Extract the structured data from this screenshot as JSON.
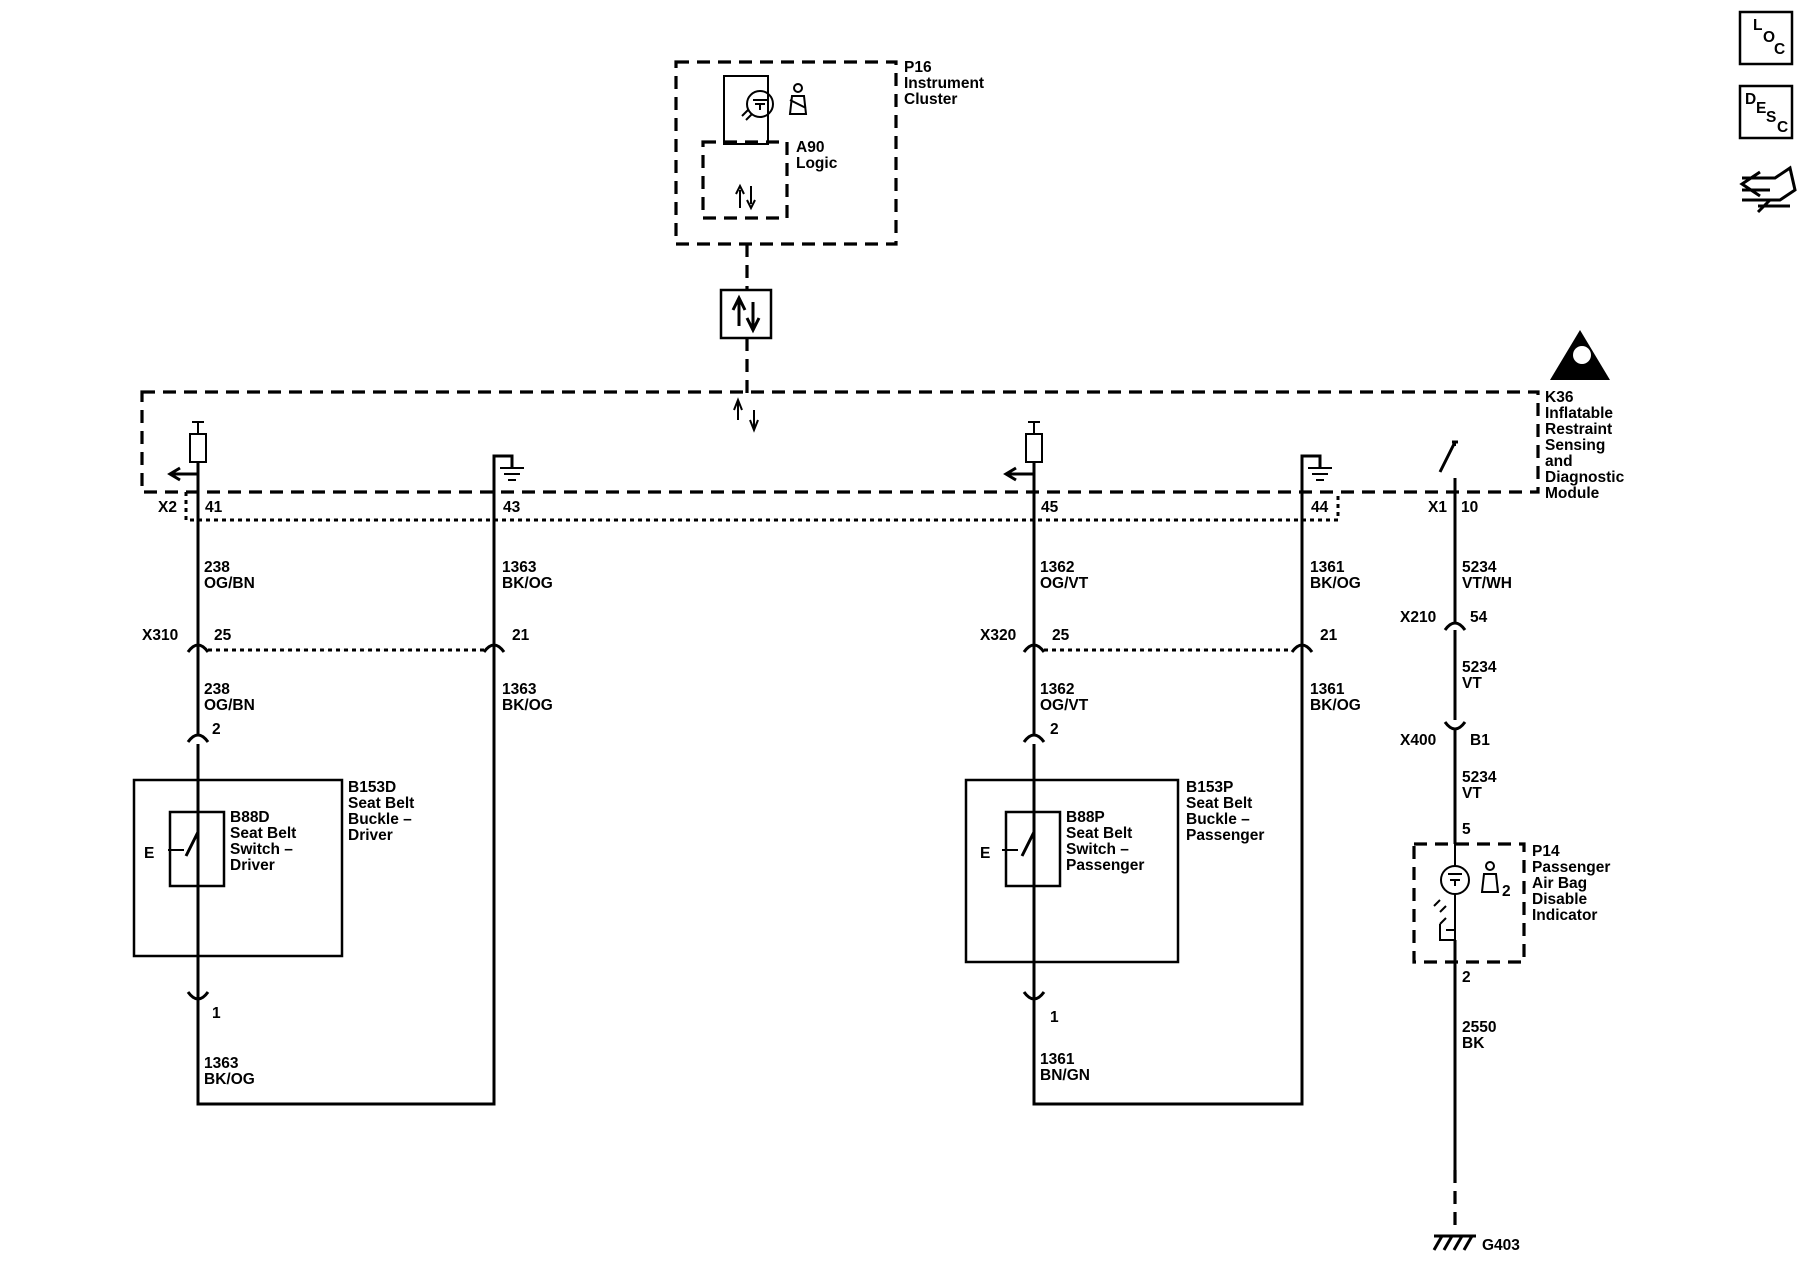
{
  "side_icons": {
    "loc": [
      "L",
      "O",
      "C"
    ],
    "desc": [
      "D",
      "E",
      "S",
      "C"
    ]
  },
  "p16": {
    "id": "P16",
    "line1": "Instrument",
    "line2": "Cluster"
  },
  "a90": {
    "id": "A90",
    "line1": "Logic"
  },
  "k36": {
    "lines": [
      "K36",
      "Inflatable",
      "Restraint",
      "Sensing",
      "and",
      "Diagnostic",
      "Module"
    ]
  },
  "connectors": {
    "x2": "X2",
    "x1": "X1",
    "x310": "X310",
    "x320": "X320",
    "x210": "X210",
    "x400": "X400"
  },
  "pins": {
    "p41": "41",
    "p43": "43",
    "p45": "45",
    "p44": "44",
    "p10": "10",
    "x310a": "25",
    "x310b": "21",
    "x320a": "25",
    "x320b": "21",
    "x210": "54",
    "x400": "B1",
    "b153d_top": "2",
    "b153d_bot": "1",
    "b153p_top": "2",
    "b153p_bot": "1",
    "p14_top": "5",
    "p14_bot": "2",
    "p14_led": "2"
  },
  "wires": {
    "w238a": [
      "238",
      "OG/BN"
    ],
    "w238b": [
      "238",
      "OG/BN"
    ],
    "w1363a": [
      "1363",
      "BK/OG"
    ],
    "w1363b": [
      "1363",
      "BK/OG"
    ],
    "w1363c": [
      "1363",
      "BK/OG"
    ],
    "w1362a": [
      "1362",
      "OG/VT"
    ],
    "w1362b": [
      "1362",
      "OG/VT"
    ],
    "w1361a": [
      "1361",
      "BK/OG"
    ],
    "w1361b": [
      "1361",
      "BK/OG"
    ],
    "w1361c": [
      "1361",
      "BN/GN"
    ],
    "w5234a": [
      "5234",
      "VT/WH"
    ],
    "w5234b": [
      "5234",
      "VT"
    ],
    "w5234c": [
      "5234",
      "VT"
    ],
    "w2550": [
      "2550",
      "BK"
    ]
  },
  "b153d": {
    "lines": [
      "B153D",
      "Seat Belt",
      "Buckle –",
      "Driver"
    ]
  },
  "b88d": {
    "lines": [
      "B88D",
      "Seat Belt",
      "Switch –",
      "Driver"
    ]
  },
  "b153p": {
    "lines": [
      "B153P",
      "Seat Belt",
      "Buckle –",
      "Passenger"
    ]
  },
  "b88p": {
    "lines": [
      "B88P",
      "Seat Belt",
      "Switch –",
      "Passenger"
    ]
  },
  "p14": {
    "lines": [
      "P14",
      "Passenger",
      "Air Bag",
      "Disable",
      "Indicator"
    ]
  },
  "ground": {
    "id": "G403"
  },
  "switch_e": "E"
}
